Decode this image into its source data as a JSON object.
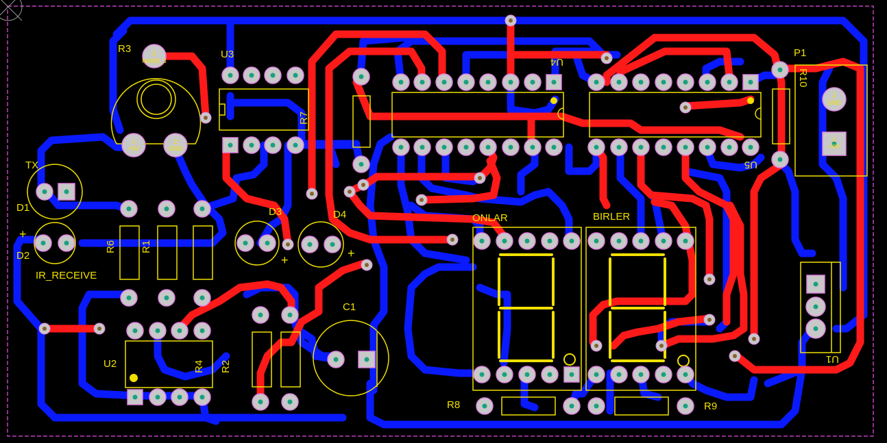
{
  "colors": {
    "background": "#000000",
    "board_edge": "#c040c0",
    "bottom_trace": "#0a1aff",
    "top_trace": "#ff1a1a",
    "silkscreen": "#f0e000",
    "pad": "#c8c8c8",
    "pad_ring": "#e080e0",
    "via_hole": "#1aa080"
  },
  "labels": {
    "r3": "R3",
    "r3_net": "NetR3_3",
    "r3_pin3": "3",
    "r3_pin1": "1",
    "r3_pin1_net": "+5V",
    "r3_pin2": "2",
    "r3_pin2_net": "GND",
    "u3": "U3",
    "r7": "R7",
    "u4": "U4",
    "u5": "U5",
    "p1": "P1",
    "r10": "R10",
    "p1_pin2": "2",
    "p1_pin2_net": "GND",
    "p1_pin1": "1",
    "p1_pin1_net": "+9V",
    "tx": "TX",
    "d1": "D1",
    "d2": "D2",
    "ir_receive": "IR_RECEIVE",
    "r6": "R6",
    "r1": "R1",
    "d3": "D3",
    "d4": "D4",
    "onlar": "ONLAR",
    "birler": "BIRLER",
    "c1": "C1",
    "u2": "U2",
    "r4": "R4",
    "r2": "R2",
    "r8": "R8",
    "r9": "R9",
    "u1": "U1",
    "plus_d2": "+",
    "plus_d3": "+",
    "plus_d4": "+"
  }
}
